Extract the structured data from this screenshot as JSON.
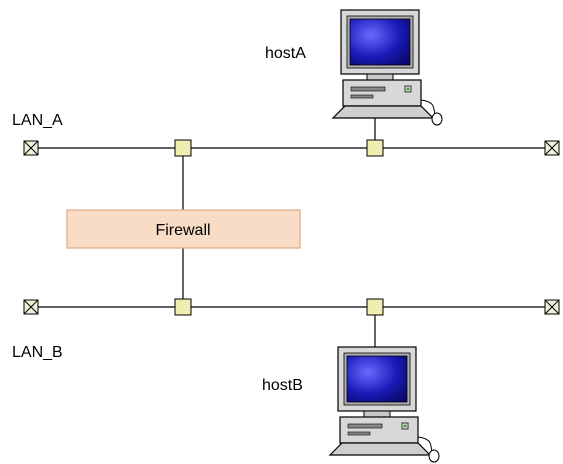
{
  "diagram": {
    "lans": [
      {
        "id": "lan-a",
        "label": "LAN_A"
      },
      {
        "id": "lan-b",
        "label": "LAN_B"
      }
    ],
    "hosts": [
      {
        "id": "host-a",
        "label": "hostA",
        "icon": "desktop-computer-icon"
      },
      {
        "id": "host-b",
        "label": "hostB",
        "icon": "desktop-computer-icon"
      }
    ],
    "firewall": {
      "label": "Firewall",
      "fill": "#f8dcc6",
      "stroke": "#e0a882"
    },
    "colors": {
      "node_fill": "#eeeeb0",
      "terminator_fill": "#f0f0d8",
      "monitor_screen": "#1a1ab8",
      "computer_body": "#d8d8d8"
    }
  }
}
